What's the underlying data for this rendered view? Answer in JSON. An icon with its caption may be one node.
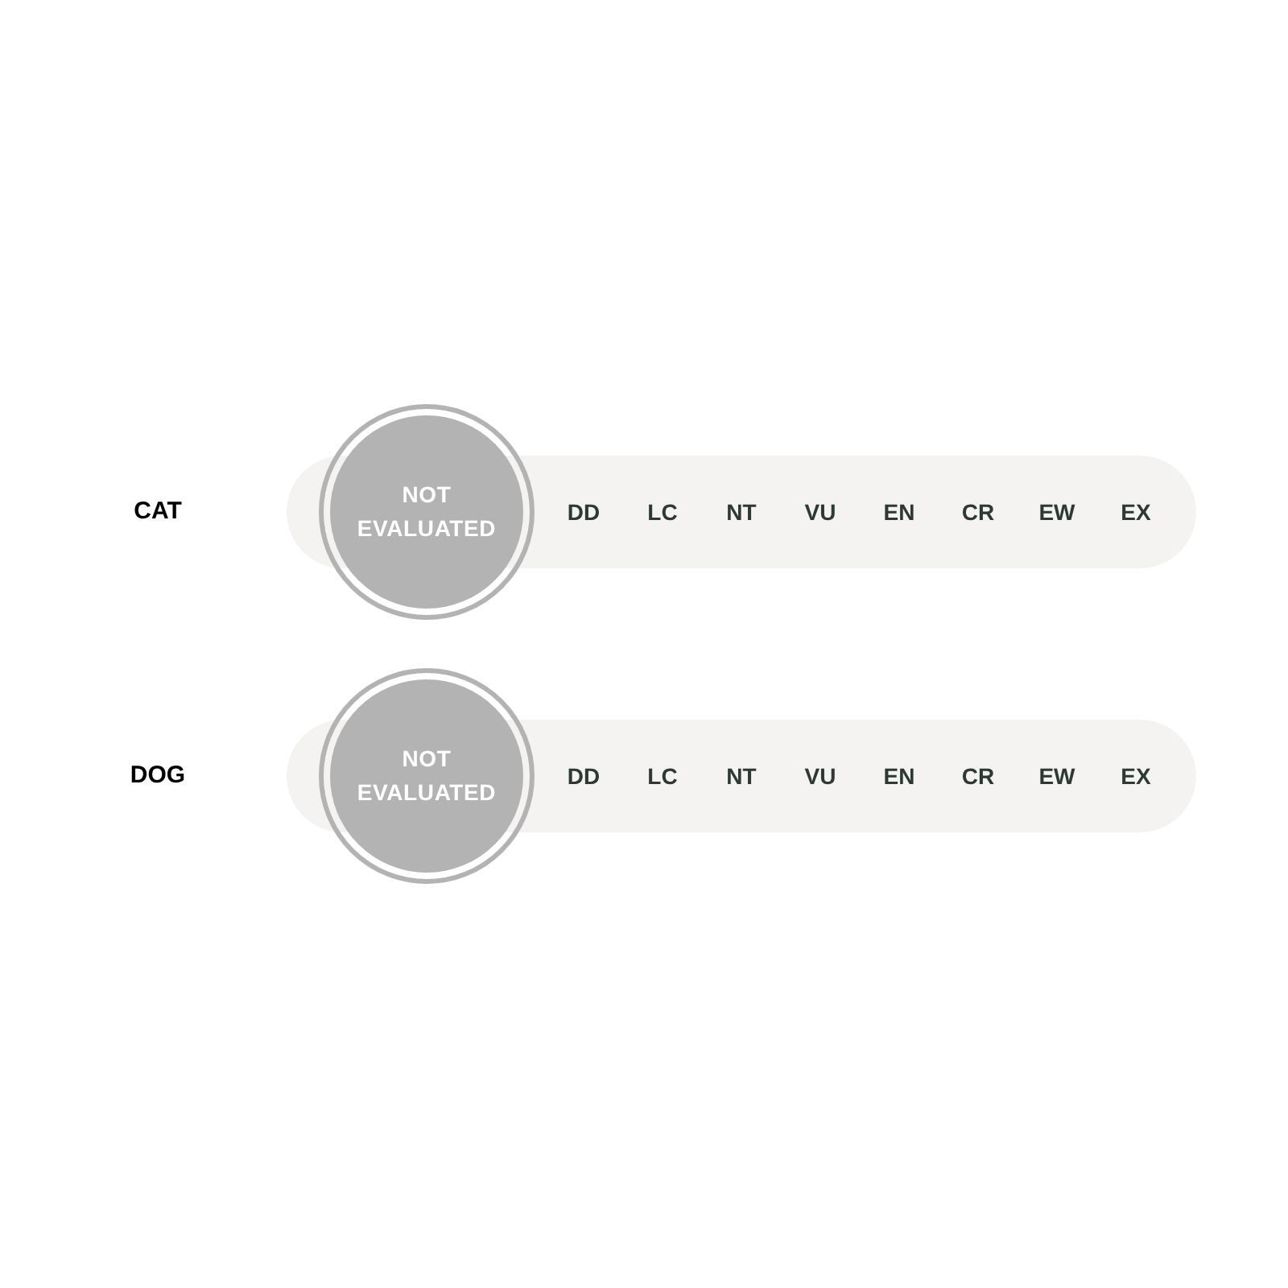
{
  "diagram": {
    "nodes": [
      {
        "text": [
          "DD",
          "LC",
          "NT",
          "VU",
          "EN",
          "CR",
          "EW",
          "EX"
        ]
      },
      {
        "text": [
          "NOT EVALUATED"
        ]
      },
      {
        "text": [
          "DD",
          "LC",
          "NT",
          "VU",
          "EN",
          "CR",
          "EW",
          "EX"
        ]
      },
      {
        "text": [
          "NOT EVALUATED"
        ]
      }
    ],
    "labels": [
      "CAT",
      "DOG"
    ]
  }
}
